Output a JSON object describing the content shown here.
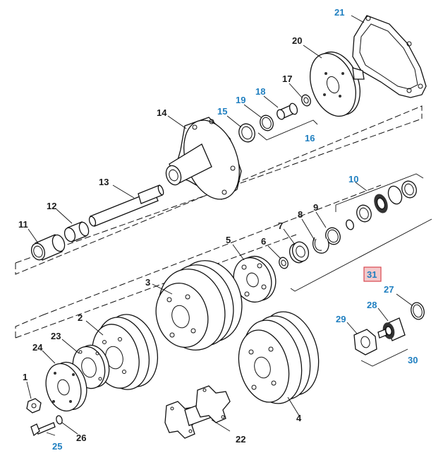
{
  "callouts": {
    "c1": "1",
    "c2": "2",
    "c3": "3",
    "c4": "4",
    "c5": "5",
    "c6": "6",
    "c7": "7",
    "c8": "8",
    "c9": "9",
    "c10": "10",
    "c11": "11",
    "c12": "12",
    "c13": "13",
    "c14": "14",
    "c15": "15",
    "c16": "16",
    "c17": "17",
    "c18": "18",
    "c19": "19",
    "c20": "20",
    "c21": "21",
    "c22": "22",
    "c23": "23",
    "c24": "24",
    "c25": "25",
    "c26": "26",
    "c27": "27",
    "c28": "28",
    "c29": "29",
    "c30": "30",
    "c31": "31"
  },
  "colors": {
    "callout_black": "#1a1a1a",
    "callout_blue": "#1f7fc0",
    "highlight_fill": "#f3c9cb",
    "highlight_border": "#d9484f",
    "line": "#111111"
  }
}
